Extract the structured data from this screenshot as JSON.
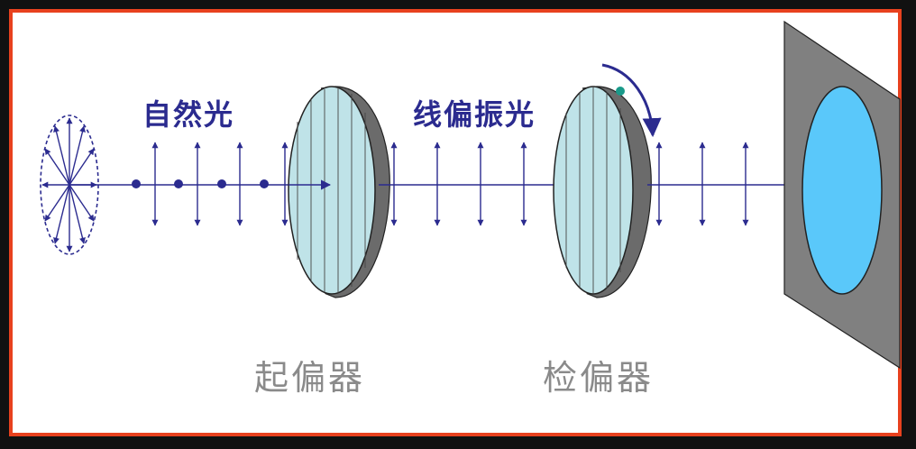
{
  "labels": {
    "natural_light": "自然光",
    "linear_polarized_light": "线偏振光",
    "polarizer": "起偏器",
    "analyzer": "检偏器"
  },
  "colors": {
    "frame_border": "#e8411e",
    "ray": "#2b2b8f",
    "lens_face": "#bfe3e8",
    "lens_edge": "#6b6b6b",
    "screen": "#808080",
    "spot": "#5ac8fa",
    "rotation_dot": "#1a9a8a",
    "caption": "#8a8a8a"
  }
}
